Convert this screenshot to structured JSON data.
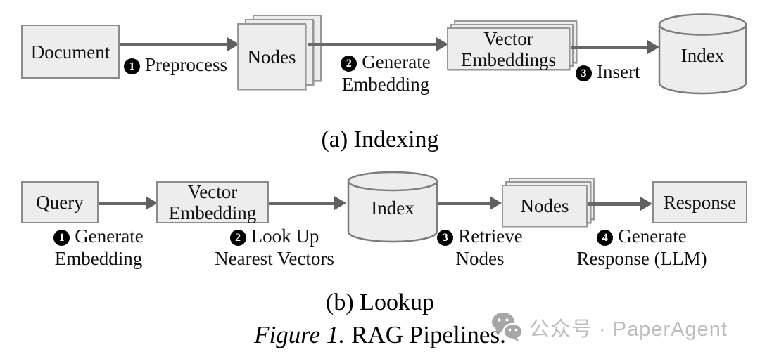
{
  "colors": {
    "box_fill": "#ededed",
    "box_border": "#8b8b8b",
    "arrow": "#686868",
    "step_circle": "#000000",
    "watermark_gray": "#bdbdbd"
  },
  "pipeline_a": {
    "caption": "(a) Indexing",
    "boxes": {
      "document": "Document",
      "nodes": "Nodes",
      "vector_embeddings": "Vector\nEmbeddings",
      "index": "Index"
    },
    "steps": [
      {
        "num": "1",
        "line1": "Preprocess",
        "line2": ""
      },
      {
        "num": "2",
        "line1": "Generate",
        "line2": "Embedding"
      },
      {
        "num": "3",
        "line1": "Insert",
        "line2": ""
      }
    ]
  },
  "pipeline_b": {
    "caption": "(b) Lookup",
    "boxes": {
      "query": "Query",
      "vector_embedding": "Vector\nEmbedding",
      "index": "Index",
      "nodes": "Nodes",
      "response": "Response"
    },
    "steps": [
      {
        "num": "1",
        "line1": "Generate",
        "line2": "Embedding"
      },
      {
        "num": "2",
        "line1": "Look Up",
        "line2": "Nearest Vectors"
      },
      {
        "num": "3",
        "line1": "Retrieve",
        "line2": "Nodes"
      },
      {
        "num": "4",
        "line1": "Generate",
        "line2": "Response (LLM)"
      }
    ]
  },
  "figure": {
    "label": "Figure 1.",
    "title": "RAG Pipelines."
  },
  "watermark": {
    "text": "公众号 · PaperAgent"
  }
}
